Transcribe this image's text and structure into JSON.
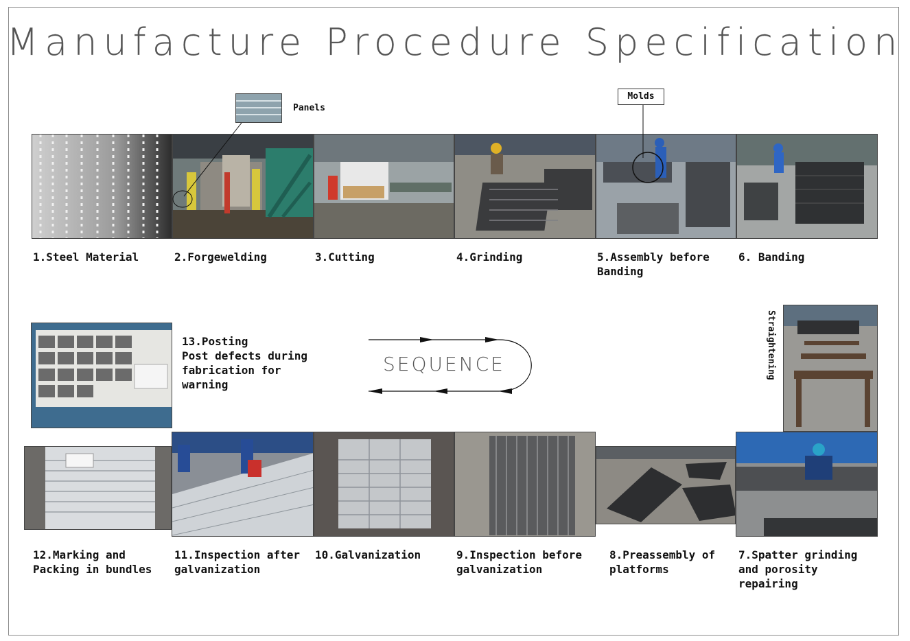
{
  "title": "Manufacture Procedure Specification",
  "callouts": {
    "panels": "Panels",
    "molds": "Molds",
    "straightening": "Straightening"
  },
  "sequence_label": "SEQUENCE",
  "steps": [
    {
      "label": "1.Steel Material"
    },
    {
      "label": "2.Forgewelding"
    },
    {
      "label": "3.Cutting"
    },
    {
      "label": "4.Grinding"
    },
    {
      "label": "5.Assembly before\nBanding"
    },
    {
      "label": "6.  Banding"
    },
    {
      "label": "7.Spatter grinding\nand porosity\nrepairing"
    },
    {
      "label": "8.Preassembly of\nplatforms"
    },
    {
      "label": "9.Inspection before\ngalvanization"
    },
    {
      "label": "10.Galvanization"
    },
    {
      "label": "11.Inspection after\ngalvanization"
    },
    {
      "label": "12.Marking and\nPacking in bundles"
    },
    {
      "label": "13.Posting\nPost defects during\nfabrication for\nwarning"
    }
  ],
  "colors": {
    "frame": "#8a8a8a",
    "text": "#111111",
    "title": "#555555"
  }
}
